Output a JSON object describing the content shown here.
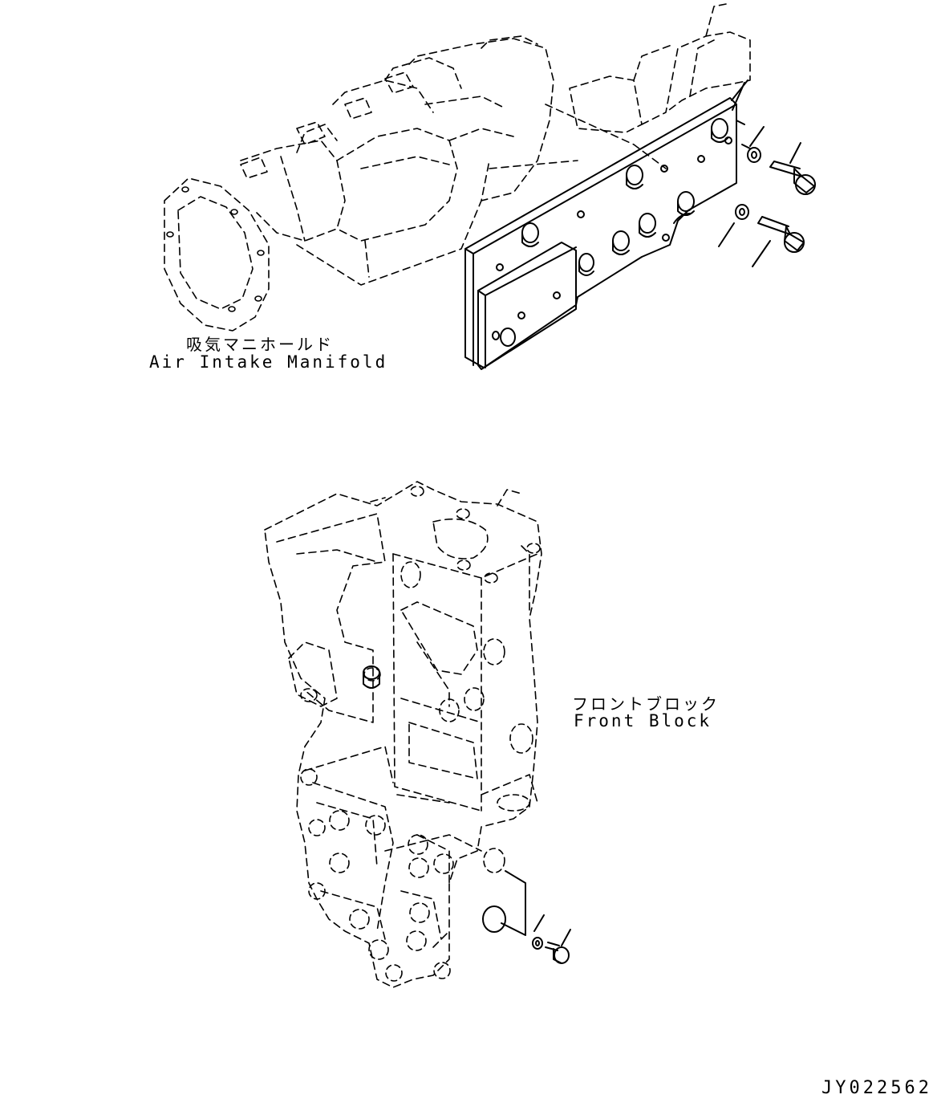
{
  "labels": {
    "manifold_ja": "吸気マニホールド",
    "manifold_en": "Air Intake Manifold",
    "block_ja": "フロントブロック",
    "block_en": "Front Block"
  },
  "drawing_code": "JY022562",
  "colors": {
    "line": "#000000",
    "background": "#ffffff"
  }
}
